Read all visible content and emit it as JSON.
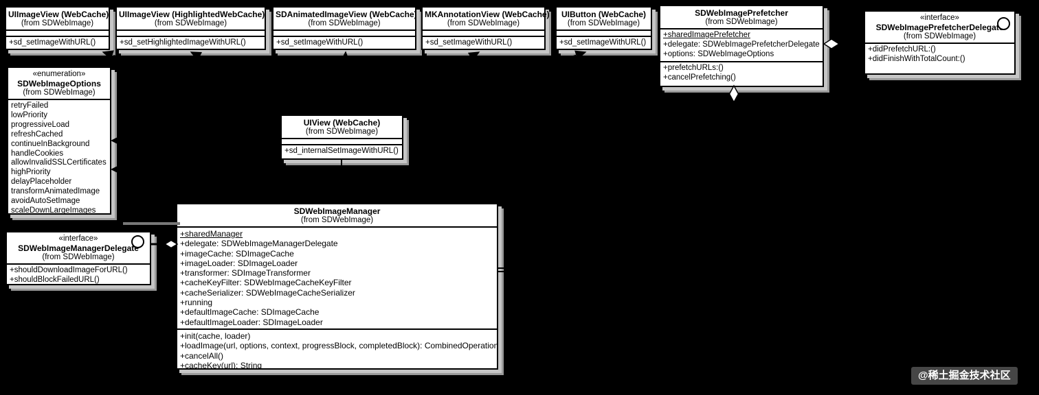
{
  "watermark": {
    "label": "@稀土掘金技术社区"
  },
  "colors": {
    "background": "#000000",
    "box_fill": "#ffffff",
    "box_border": "#000000",
    "box_shadow": "#9a9a9a",
    "watermark_bg": "#464646",
    "watermark_text": "#ffffff"
  },
  "classes": {
    "uiimageview": {
      "name": "UIImageView (WebCache)",
      "from": "(from SDWebImage)",
      "methods": [
        "+sd_setImageWithURL()"
      ]
    },
    "uiimageview_hl": {
      "name": "UIImageView (HighlightedWebCache)",
      "from": "(from SDWebImage)",
      "methods": [
        "+sd_setHighlightedImageWithURL()"
      ]
    },
    "sdanimatedimageview": {
      "name": "SDAnimatedImageView (WebCache)",
      "from": "(from SDWebImage)",
      "methods": [
        "+sd_setImageWithURL()"
      ]
    },
    "mkannotationview": {
      "name": "MKAnnotationView (WebCache)",
      "from": "(from SDWebImage)",
      "methods": [
        "+sd_setImageWithURL()"
      ]
    },
    "uibutton": {
      "name": "UIButton (WebCache)",
      "from": "(from SDWebImage)",
      "methods": [
        "+sd_setImageWithURL()"
      ]
    },
    "prefetcher": {
      "name": "SDWebImagePrefetcher",
      "from": "(from SDWebImage)",
      "attributes": [
        {
          "text": "+sharedImagePrefetcher",
          "underline": true
        },
        "+delegate: SDWebImagePrefetcherDelegate",
        "+options: SDWebImageOptions"
      ],
      "methods": [
        "+prefetchURLs:()",
        "+cancelPrefetching()"
      ]
    },
    "prefetcher_delegate": {
      "stereotype": "«interface»",
      "name": "SDWebImagePrefetcherDelegate",
      "from": "(from SDWebImage)",
      "methods": [
        "+didPrefetchURL:()",
        "+didFinishWithTotalCount:()"
      ]
    },
    "options": {
      "stereotype": "«enumeration»",
      "name": "SDWebImageOptions",
      "from": "(from SDWebImage)",
      "values": [
        "retryFailed",
        "lowPriority",
        "progressiveLoad",
        "refreshCached",
        "continueInBackground",
        "handleCookies",
        "allowInvalidSSLCertificates",
        "highPriority",
        "delayPlaceholder",
        "transformAnimatedImage",
        "avoidAutoSetImage",
        "scaleDownLargeImages"
      ]
    },
    "uiview": {
      "name": "UIView (WebCache)",
      "from": "(from SDWebImage)",
      "methods": [
        "+sd_internalSetImageWithURL()"
      ]
    },
    "manager_delegate": {
      "stereotype": "«interface»",
      "name": "SDWebImageManagerDelegate",
      "from": "(from SDWebImage)",
      "methods": [
        "+shouldDownloadImageForURL()",
        "+shouldBlockFailedURL()"
      ]
    },
    "manager": {
      "name": "SDWebImageManager",
      "from": "(from SDWebImage)",
      "attributes": [
        {
          "text": "+sharedManager",
          "underline": true
        },
        "+delegate: SDWebImageManagerDelegate",
        "+imageCache: SDImageCache",
        "+imageLoader: SDImageLoader",
        "+transformer: SDImageTransformer",
        "+cacheKeyFilter: SDWebImageCacheKeyFilter",
        "+cacheSerializer: SDWebImageCacheSerializer",
        "+running",
        "+defaultImageCache: SDImageCache",
        "+defaultImageLoader: SDImageLoader"
      ],
      "methods": [
        "+init(cache, loader)",
        "+loadImage(url, options, context, progressBlock, completedBlock): CombinedOperatiom",
        "+cancelAll()",
        "+cacheKey(url): String"
      ]
    }
  }
}
